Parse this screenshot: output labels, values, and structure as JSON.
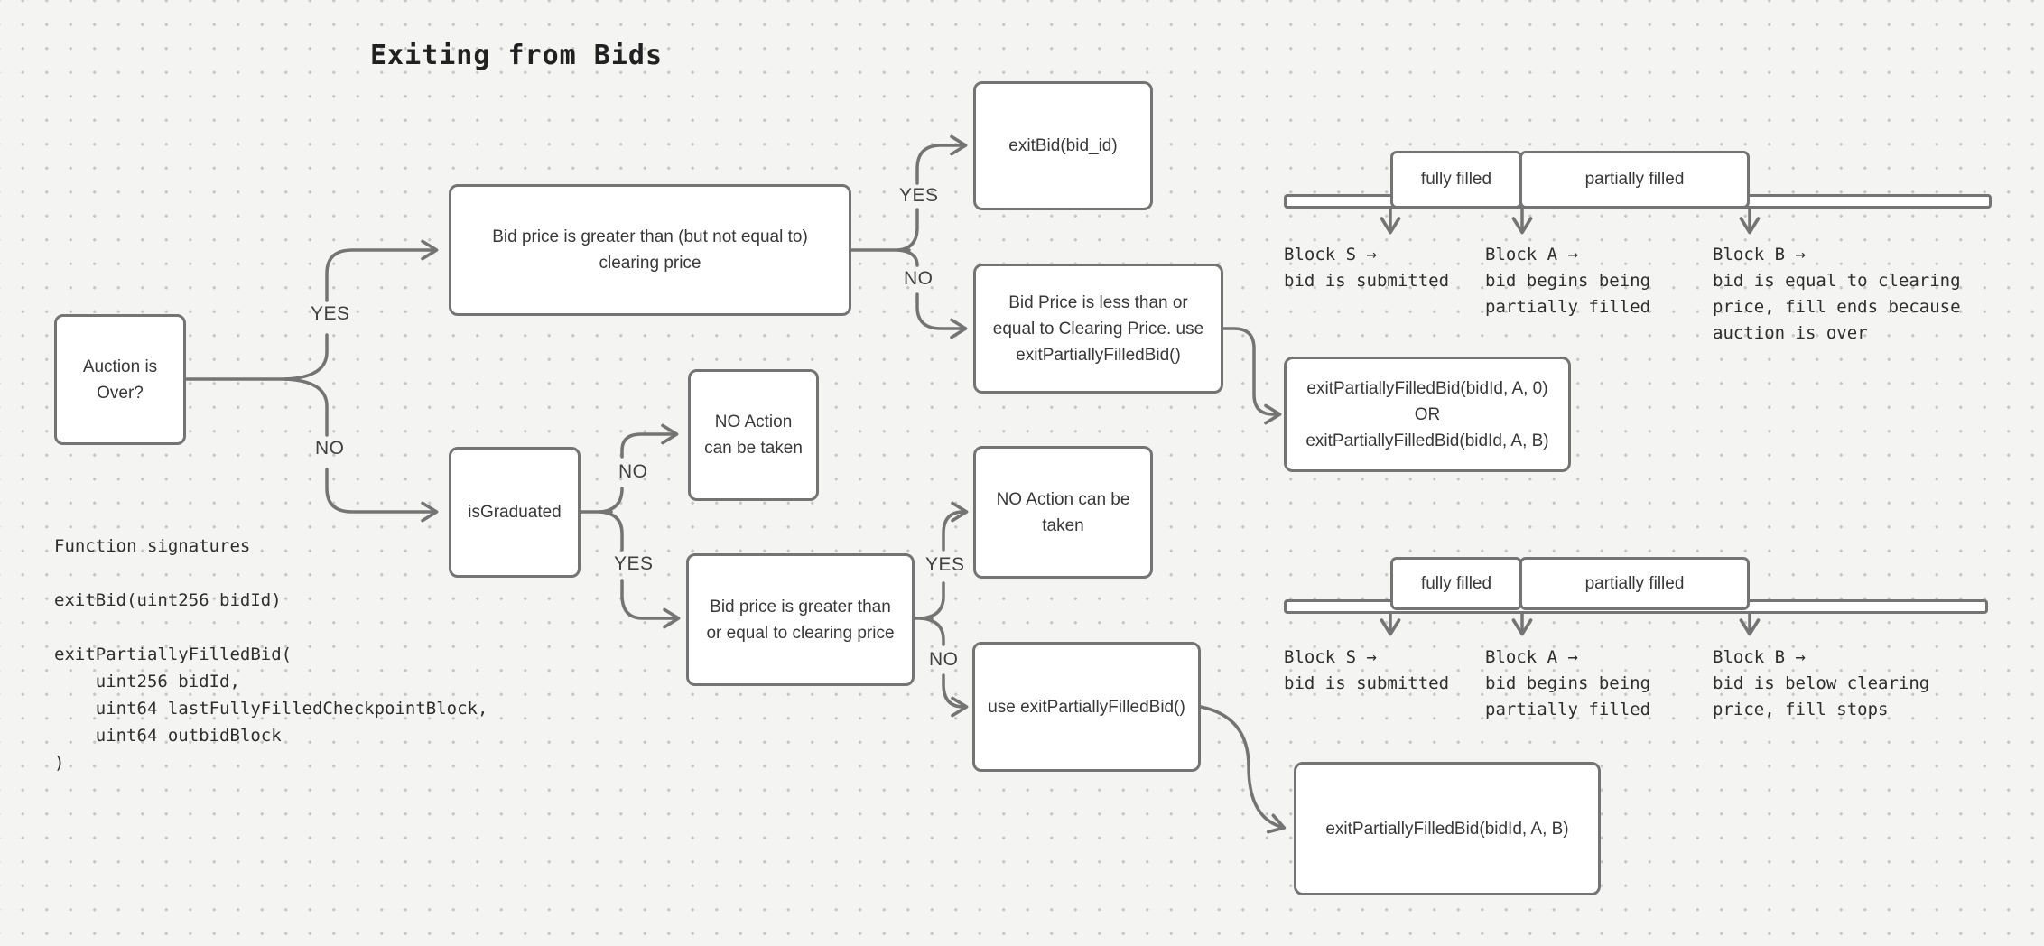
{
  "title": "Exiting from Bids",
  "colors": {
    "background": "#f4f4f3",
    "dot_grid": "#c8c8c8",
    "line": "#747474",
    "box_border": "#747474",
    "box_fill": "#ffffff",
    "text": "#383838"
  },
  "edge_labels": {
    "yes": "YES",
    "no": "NO"
  },
  "nodes": {
    "auction": "Auction is Over?",
    "decision_top": "Bid price is greater than (but not equal to) clearing price",
    "exit_bid": "exitBid(bid_id)",
    "price_leq": "Bid Price is less than or equal to Clearing Price. use exitPartiallyFilledBid()",
    "or_result": "exitPartiallyFilledBid(bidId, A, 0)\nOR\nexitPartiallyFilledBid(bidId, A, B)",
    "is_graduated": "isGraduated",
    "no_action_top": "NO Action can be taken",
    "decision_bottom": "Bid price is greater than or equal to clearing price",
    "no_action_bottom": "NO Action can be taken",
    "use_exit": "use exitPartiallyFilledBid()",
    "final_exit": "exitPartiallyFilledBid(bidId, A, B)"
  },
  "function_signatures": "Function signatures\n\nexitBid(uint256 bidId)\n\nexitPartiallyFilledBid(\n    uint256 bidId,\n    uint64 lastFullyFilledCheckpointBlock,\n    uint64 outbidBlock\n)",
  "timelines": [
    {
      "segments": [
        "fully filled",
        "partially filled"
      ],
      "annotations": [
        "Block S →\nbid is submitted",
        "Block A →\nbid begins being\npartially filled",
        "Block B →\nbid is equal to clearing\nprice, fill ends because\nauction is over"
      ]
    },
    {
      "segments": [
        "fully filled",
        "partially filled"
      ],
      "annotations": [
        "Block S →\nbid is submitted",
        "Block A →\nbid begins being\npartially filled",
        "Block B →\nbid is below clearing\nprice, fill stops"
      ]
    }
  ]
}
